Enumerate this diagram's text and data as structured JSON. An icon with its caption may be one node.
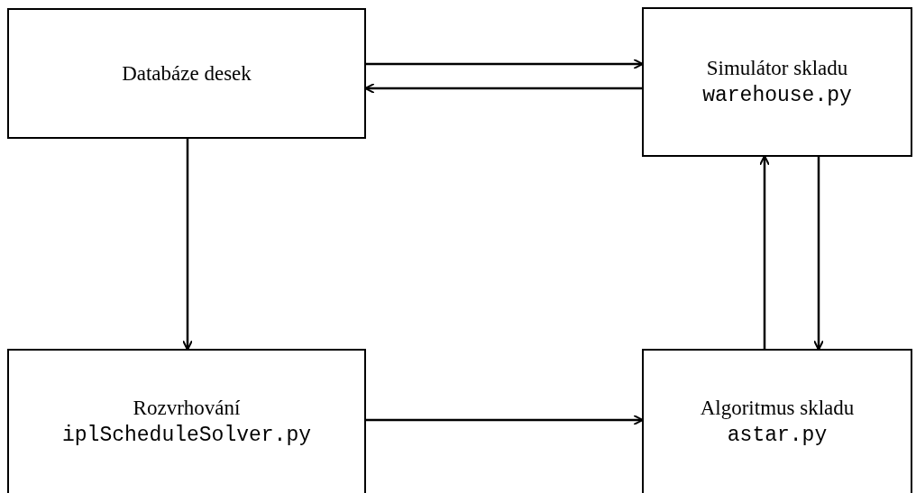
{
  "diagram": {
    "nodes": [
      {
        "text": [
          "Databáze desek"
        ]
      },
      {
        "text": [
          "Simulátor skladu",
          "warehouse.py"
        ]
      },
      {
        "text": [
          "Rozvrhování",
          "iplScheduleSolver.py"
        ]
      },
      {
        "text": [
          "Algoritmus skladu",
          "astar.py"
        ]
      }
    ],
    "edges": [
      {
        "from": 0,
        "to": 1,
        "arrow": "to"
      },
      {
        "from": 1,
        "to": 0,
        "arrow": "to"
      },
      {
        "from": 0,
        "to": 2,
        "arrow": "to"
      },
      {
        "from": 2,
        "to": 3,
        "arrow": "to"
      },
      {
        "from": 3,
        "to": 1,
        "arrow": "to"
      },
      {
        "from": 1,
        "to": 3,
        "arrow": "to"
      }
    ]
  }
}
